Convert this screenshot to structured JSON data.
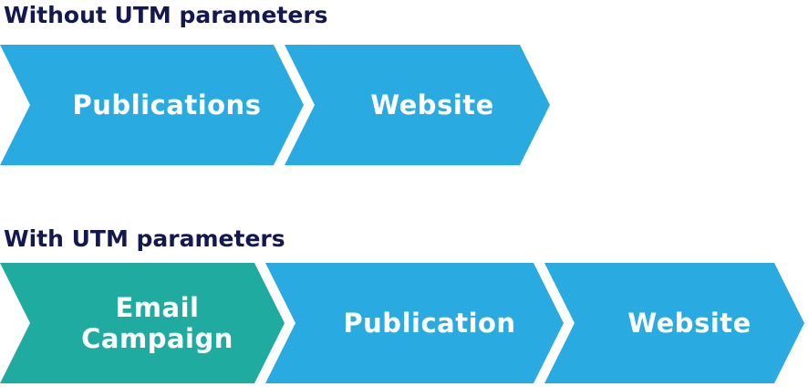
{
  "diagram": {
    "sections": [
      {
        "title": "Without UTM parameters",
        "steps": [
          {
            "name": "publications",
            "lines": [
              "Publications"
            ],
            "color": "#29ABE2"
          },
          {
            "name": "website",
            "lines": [
              "Website"
            ],
            "color": "#29ABE2"
          }
        ]
      },
      {
        "title": "With UTM parameters",
        "steps": [
          {
            "name": "email-campaign",
            "lines": [
              "Email",
              "Campaign"
            ],
            "color": "#20ABA0"
          },
          {
            "name": "publication",
            "lines": [
              "Publication"
            ],
            "color": "#29ABE2"
          },
          {
            "name": "website",
            "lines": [
              "Website"
            ],
            "color": "#29ABE2"
          }
        ]
      }
    ],
    "colors": {
      "background": "#FFFFFF",
      "heading": "#141850",
      "arrow_blue": "#29ABE2",
      "arrow_teal": "#20ABA0",
      "arrow_label": "#FFFFFF"
    }
  }
}
